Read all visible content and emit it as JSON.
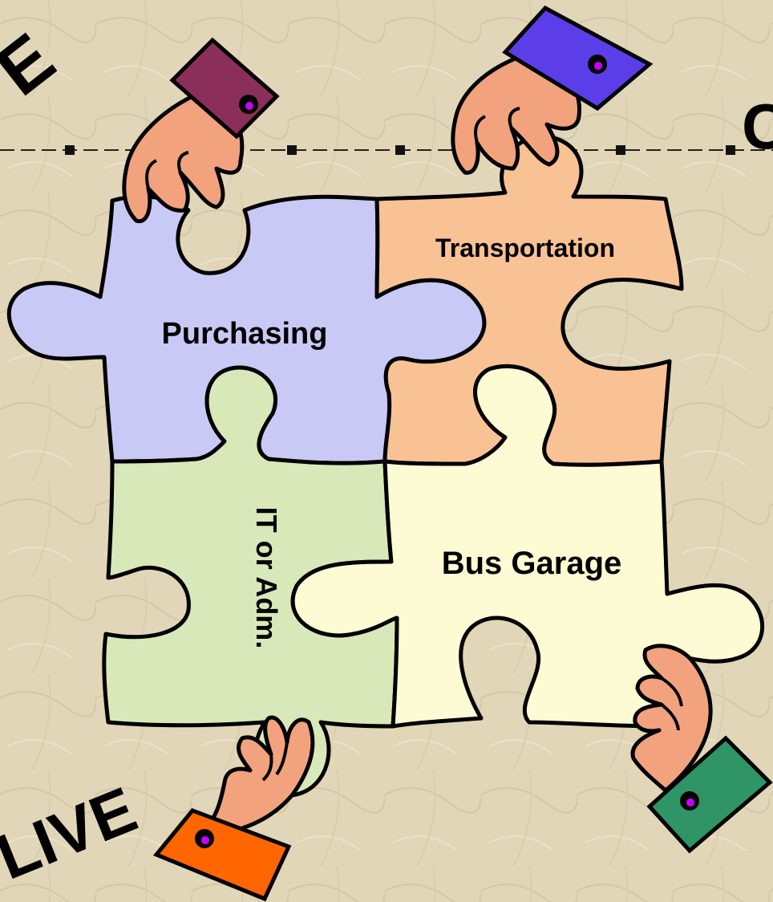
{
  "pieces": {
    "purchasing": {
      "label": "Purchasing",
      "color": "#c9c9f5"
    },
    "transportation": {
      "label": "Transportation",
      "color": "#f9c295"
    },
    "it_adm": {
      "label": "IT or Adm.",
      "color": "#d8e8b8"
    },
    "bus_garage": {
      "label": "Bus Garage",
      "color": "#fdfbd3"
    }
  },
  "corner_text": {
    "top_left": "E",
    "top_right": "C",
    "bottom_left": "LIVE"
  },
  "hands": [
    {
      "id": "top-left",
      "cuff_color": "#8b2f5a"
    },
    {
      "id": "top-right",
      "cuff_color": "#5b3ee8"
    },
    {
      "id": "bottom-left",
      "cuff_color": "#ff6600"
    },
    {
      "id": "bottom-right",
      "cuff_color": "#2f9466"
    }
  ],
  "colors": {
    "background": "#e2d6b8",
    "skin": "#f2a37d",
    "outline": "#000000",
    "button": "#cc00ff"
  }
}
